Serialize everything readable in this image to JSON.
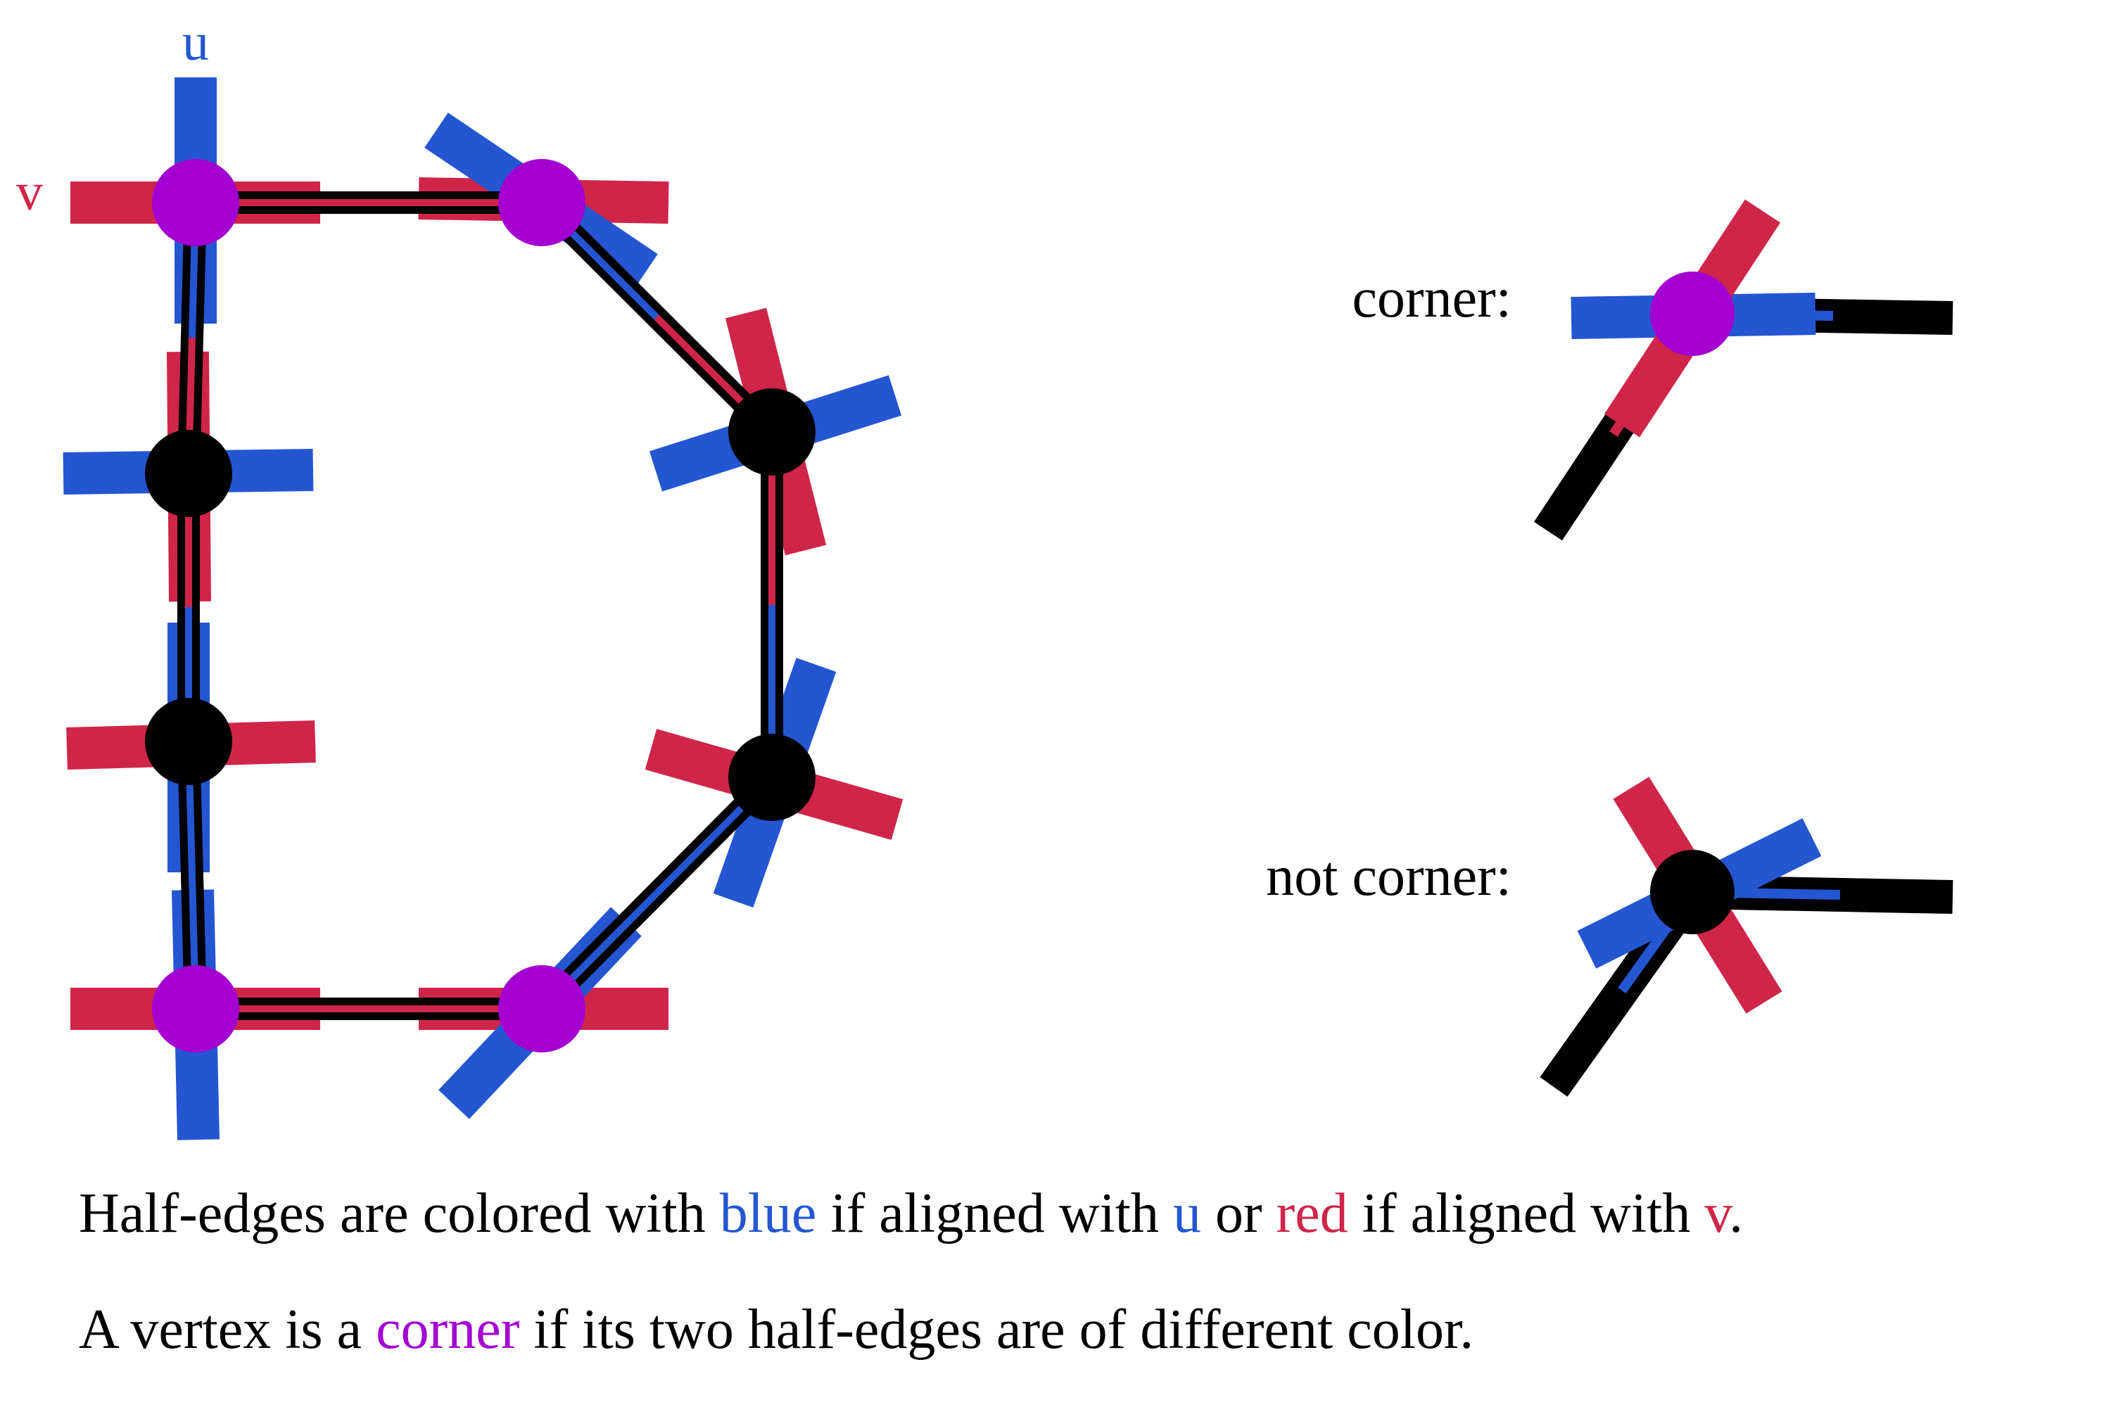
{
  "colors": {
    "blue": "#2456d2",
    "red": "#cf2549",
    "corner": "#a300d1",
    "vertex": "#000000",
    "edge": "#000000",
    "text": "#000000"
  },
  "axis_labels": {
    "u": "u",
    "v": "v"
  },
  "example_labels": {
    "corner": "corner:",
    "not_corner": "not corner:"
  },
  "caption1": {
    "part1": "Half-edges are colored with ",
    "blue_word": "blue",
    "part2": " if aligned with ",
    "u_word": "u",
    "part3": " or ",
    "red_word": "red",
    "part4": " if aligned with ",
    "v_word": "v",
    "part5": "."
  },
  "caption2": {
    "part1": "A vertex is a ",
    "corner_word": "corner",
    "part2": " if its two half-edges are of different color."
  }
}
